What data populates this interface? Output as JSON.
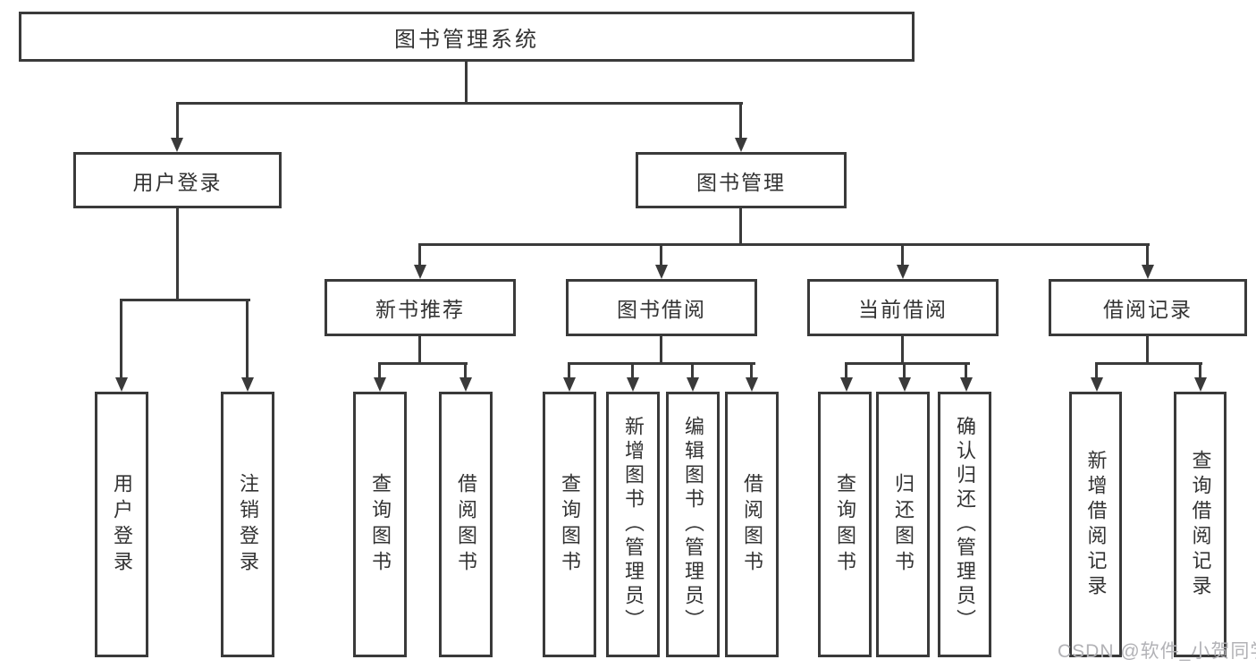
{
  "diagram": {
    "root": "图书管理系统",
    "level2": {
      "user_login": "用户登录",
      "book_mgmt": "图书管理"
    },
    "level3": {
      "new_books": "新书推荐",
      "book_borrow": "图书借阅",
      "current_borrow": "当前借阅",
      "borrow_records": "借阅记录"
    },
    "level4": {
      "user_login": [
        "用户登录",
        "注销登录"
      ],
      "new_books": [
        "查询图书",
        "借阅图书"
      ],
      "book_borrow": [
        "查询图书",
        "新增图书（管理员）",
        "编辑图书（管理员）",
        "借阅图书"
      ],
      "current_borrow": [
        "查询图书",
        "归还图书",
        "确认归还（管理员）"
      ],
      "borrow_records": [
        "新增借阅记录",
        "查询借阅记录"
      ]
    }
  },
  "watermark": "CSDN @软件_小贺同学",
  "colors": {
    "line": "#3a3a3a",
    "text": "#333333",
    "watermark": "#b2b2b6",
    "background": "#ffffff"
  }
}
